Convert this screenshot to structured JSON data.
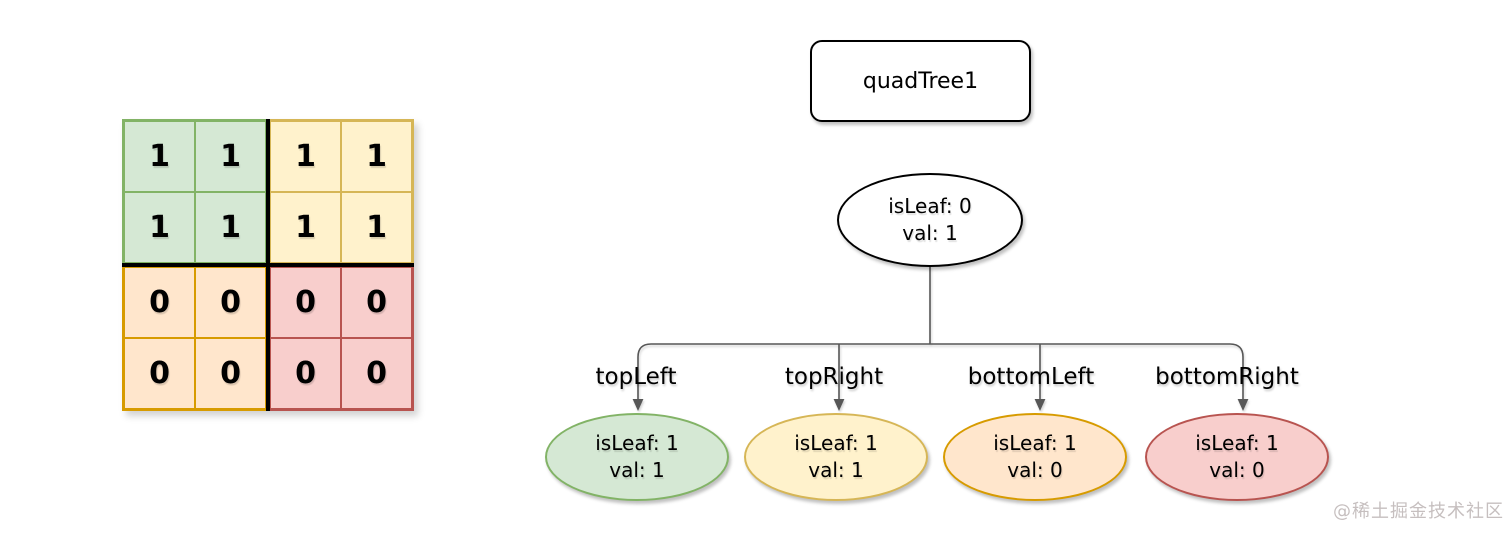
{
  "title_box": {
    "label": "quadTree1"
  },
  "root_node": {
    "lines": [
      "isLeaf: 0",
      "val: 1"
    ]
  },
  "children": [
    {
      "label": "topLeft",
      "lines": [
        "isLeaf: 1",
        "val: 1"
      ],
      "color": "green"
    },
    {
      "label": "topRight",
      "lines": [
        "isLeaf: 1",
        "val: 1"
      ],
      "color": "yellow"
    },
    {
      "label": "bottomLeft",
      "lines": [
        "isLeaf: 1",
        "val: 0"
      ],
      "color": "orange"
    },
    {
      "label": "bottomRight",
      "lines": [
        "isLeaf: 1",
        "val: 0"
      ],
      "color": "red"
    }
  ],
  "grid": {
    "rows": [
      [
        "1",
        "1",
        "1",
        "1"
      ],
      [
        "1",
        "1",
        "1",
        "1"
      ],
      [
        "0",
        "0",
        "0",
        "0"
      ],
      [
        "0",
        "0",
        "0",
        "0"
      ]
    ]
  },
  "watermark": "@稀土掘金技术社区",
  "theme": {
    "green_fill": "#d5e8d4",
    "green_stroke": "#82b366",
    "yellow_fill": "#fff2cc",
    "yellow_stroke": "#d6b656",
    "orange_fill": "#ffe6cc",
    "orange_stroke": "#d79b00",
    "red_fill": "#f8cecc",
    "red_stroke": "#b85450",
    "connector_color": "#575757",
    "node_border_color": "#000000",
    "watermark_color": "#c6bfbf"
  }
}
